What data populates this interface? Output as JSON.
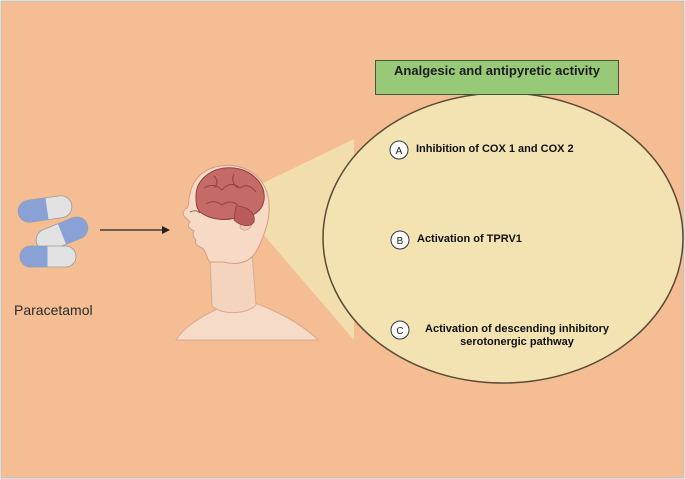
{
  "title": "Analgesic and antipyretic activity",
  "drug_label": "Paracetamol",
  "mechanisms": [
    {
      "letter": "A",
      "text": "Inhibition of COX 1 and COX 2"
    },
    {
      "letter": "B",
      "text": "Activation of TPRV1"
    },
    {
      "letter": "C",
      "text": "Activation of descending inhibitory serotonergic pathway"
    }
  ],
  "colors": {
    "background": "#f4bd93",
    "zoom_circle": "#f3e3b3",
    "title_box": "#97c978",
    "capsule_blue": "#8aa1d6",
    "capsule_white": "#e2e2e2",
    "brain": "#c46a67"
  }
}
